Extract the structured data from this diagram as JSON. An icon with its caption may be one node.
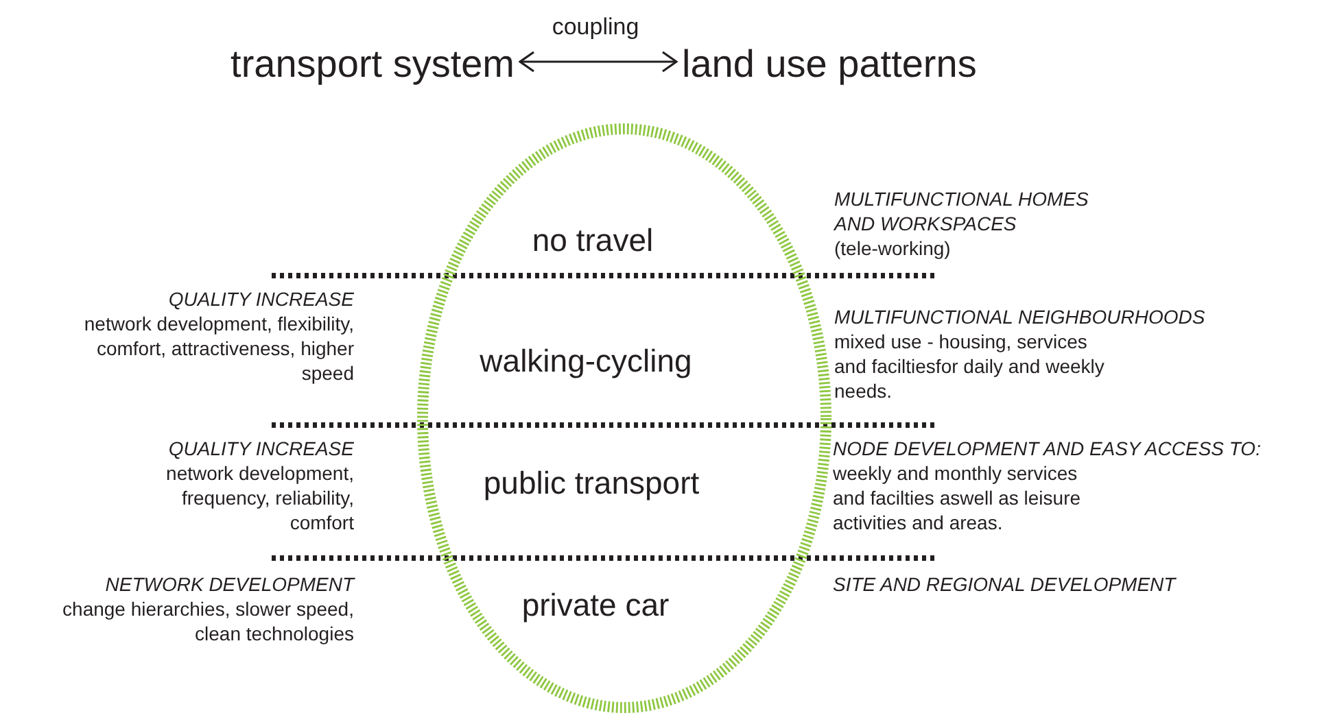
{
  "diagram": {
    "nodes": [
      {
        "text": [
          "transport system"
        ]
      },
      {
        "text": [
          "land use patterns"
        ]
      },
      {
        "text": [
          "no travel",
          "walking-cycling",
          "public transport",
          "private car"
        ]
      }
    ],
    "edges": [
      {
        "from": 0,
        "to": 1,
        "arrow": "both",
        "label": "coupling"
      }
    ],
    "labels": [
      "MULTIFUNCTIONAL HOMES AND WORKSPACES",
      "(tele-working)",
      "QUALITY INCREASE",
      "network development, flexibility, comfort, attractiveness, higher speed",
      "MULTIFUNCTIONAL NEIGHBOURHOODS",
      "mixed use - housing, services and faciltiesfor daily and weekly needs.",
      "QUALITY INCREASE",
      "network development, frequency, reliability, comfort",
      "NODE DEVELOPMENT AND EASY ACCESS TO:",
      "weekly and monthly services and facilties aswell as leisure activities and areas.",
      "NETWORK DEVELOPMENT",
      "change hierarchies, slower speed, clean technologies",
      "SITE AND REGIONAL DEVELOPMENT"
    ]
  }
}
